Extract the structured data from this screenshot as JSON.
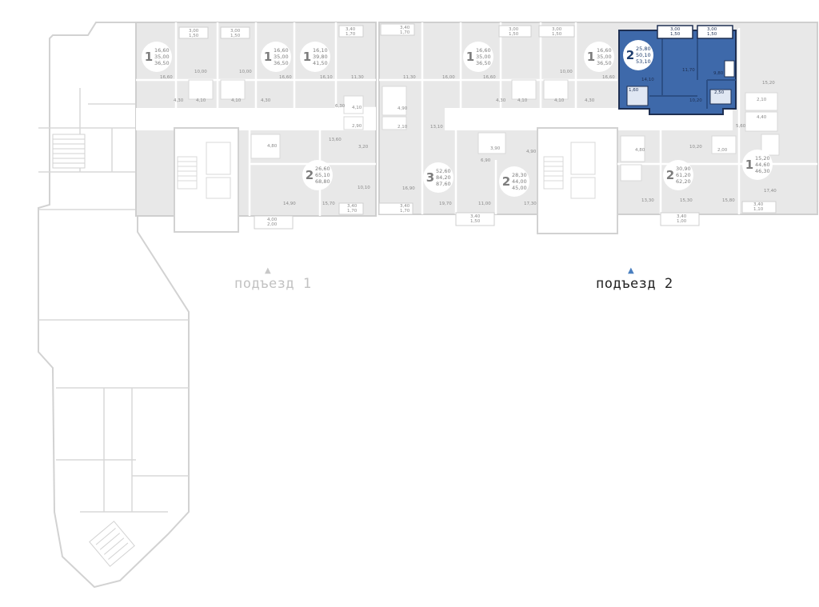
{
  "entrances": [
    {
      "label": "подъезд 1",
      "active": false
    },
    {
      "label": "подъезд 2",
      "active": true
    }
  ],
  "apartments": [
    {
      "rooms": "1",
      "living": "16,60",
      "total": "35,00",
      "total_full": "36,50",
      "selected": false
    },
    {
      "rooms": "1",
      "living": "16,60",
      "total": "35,00",
      "total_full": "36,50",
      "selected": false
    },
    {
      "rooms": "1",
      "living": "16,10",
      "total": "39,80",
      "total_full": "41,50",
      "selected": false
    },
    {
      "rooms": "2",
      "living": "26,60",
      "total": "65,10",
      "total_full": "68,80",
      "selected": false
    },
    {
      "rooms": "1",
      "living": "16,60",
      "total": "35,00",
      "total_full": "36,50",
      "selected": false
    },
    {
      "rooms": "1",
      "living": "16,60",
      "total": "35,00",
      "total_full": "36,50",
      "selected": false
    },
    {
      "rooms": "2",
      "living": "25,80",
      "total": "50,10",
      "total_full": "53,10",
      "selected": true
    },
    {
      "rooms": "3",
      "living": "52,60",
      "total": "84,20",
      "total_full": "87,60",
      "selected": false
    },
    {
      "rooms": "2",
      "living": "28,30",
      "total": "44,00",
      "total_full": "45,00",
      "selected": false
    },
    {
      "rooms": "2",
      "living": "30,90",
      "total": "61,20",
      "total_full": "62,20",
      "selected": false
    },
    {
      "rooms": "1",
      "living": "15,20",
      "total": "44,60",
      "total_full": "46,30",
      "selected": false
    }
  ],
  "room_labels": [
    {
      "text": "16,60"
    },
    {
      "text": "10,00"
    },
    {
      "text": "10,00"
    },
    {
      "text": "16,60"
    },
    {
      "text": "16,10"
    },
    {
      "text": "11,30"
    },
    {
      "text": "4,30"
    },
    {
      "text": "4,30"
    },
    {
      "text": "4,10"
    },
    {
      "text": "4,10"
    },
    {
      "text": "6,30"
    },
    {
      "text": "4,10"
    },
    {
      "text": "2,90"
    },
    {
      "text": "13,60"
    },
    {
      "text": "3,20"
    },
    {
      "text": "4,80"
    },
    {
      "text": "14,90"
    },
    {
      "text": "15,70"
    },
    {
      "text": "10,10"
    },
    {
      "text": "11,30"
    },
    {
      "text": "16,00"
    },
    {
      "text": "16,60"
    },
    {
      "text": "10,00"
    },
    {
      "text": "16,60"
    },
    {
      "text": "4,90"
    },
    {
      "text": "2,10"
    },
    {
      "text": "13,10"
    },
    {
      "text": "4,30"
    },
    {
      "text": "4,10"
    },
    {
      "text": "4,10"
    },
    {
      "text": "4,30"
    },
    {
      "text": "3,90"
    },
    {
      "text": "4,90"
    },
    {
      "text": "6,90"
    },
    {
      "text": "16,90"
    },
    {
      "text": "19,70"
    },
    {
      "text": "11,00"
    },
    {
      "text": "17,30"
    },
    {
      "text": "14,10"
    },
    {
      "text": "11,70"
    },
    {
      "text": "9,80"
    },
    {
      "text": "1,60"
    },
    {
      "text": "10,20"
    },
    {
      "text": "2,50"
    },
    {
      "text": "15,20"
    },
    {
      "text": "2,10"
    },
    {
      "text": "4,40"
    },
    {
      "text": "5,60"
    },
    {
      "text": "10,20"
    },
    {
      "text": "2,00"
    },
    {
      "text": "4,80"
    },
    {
      "text": "13,30"
    },
    {
      "text": "15,30"
    },
    {
      "text": "15,80"
    },
    {
      "text": "17,40"
    }
  ],
  "balcony_labels": [
    {
      "top": "3,00",
      "bottom": "1,50"
    },
    {
      "top": "3,00",
      "bottom": "1,50"
    },
    {
      "top": "3,40",
      "bottom": "1,70"
    },
    {
      "top": "4,00",
      "bottom": "2,00"
    },
    {
      "top": "3,40",
      "bottom": "1,70"
    },
    {
      "top": "3,40",
      "bottom": "1,70"
    },
    {
      "top": "3,00",
      "bottom": "1,50"
    },
    {
      "top": "3,00",
      "bottom": "1,50"
    },
    {
      "top": "3,00",
      "bottom": "1,50"
    },
    {
      "top": "3,00",
      "bottom": "1,50"
    },
    {
      "top": "3,40",
      "bottom": "1,70"
    },
    {
      "top": "3,40",
      "bottom": "1,50"
    },
    {
      "top": "3,40",
      "bottom": "1,10"
    },
    {
      "top": "3,40",
      "bottom": "1,00"
    }
  ],
  "colors": {
    "wall": "#cfcfcf",
    "room_fill": "#e6e6e6",
    "corridor_fill": "#ffffff",
    "outline": "#d2d2d2",
    "selected_fill": "#3e69aa",
    "selected_outline": "#1e2f52",
    "accent": "#4a7fc0"
  }
}
